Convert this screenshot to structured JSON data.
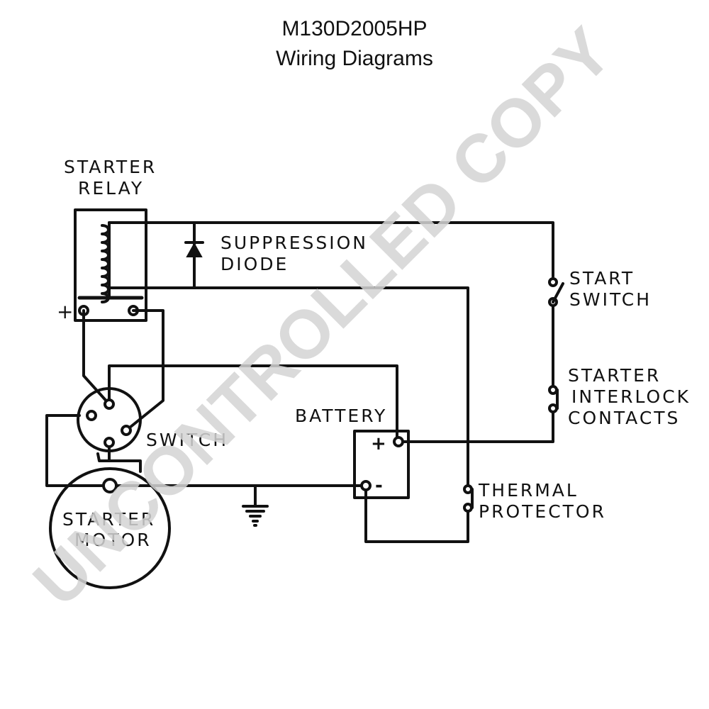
{
  "header": {
    "model": "M130D2005HP",
    "subtitle": "Wiring Diagrams"
  },
  "labels": {
    "starter_relay": [
      "STARTER",
      "RELAY"
    ],
    "suppression_diode": [
      "SUPPRESSION",
      "DIODE"
    ],
    "start_switch": [
      "START",
      "SWITCH"
    ],
    "starter_interlock": [
      "STARTER",
      "INTERLOCK",
      "CONTACTS"
    ],
    "battery": "BATTERY",
    "switch": "SWITCH",
    "thermal_protector": [
      "THERMAL",
      "PROTECTOR"
    ],
    "starter_motor": [
      "STARTER",
      "MOTOR"
    ],
    "relay_plus": "+",
    "battery_plus": "+",
    "battery_minus": "-"
  },
  "watermark": "UNCONTROLLED COPY",
  "colors": {
    "line": "#111111",
    "watermark": "#d4d4d4",
    "background": "#ffffff"
  }
}
